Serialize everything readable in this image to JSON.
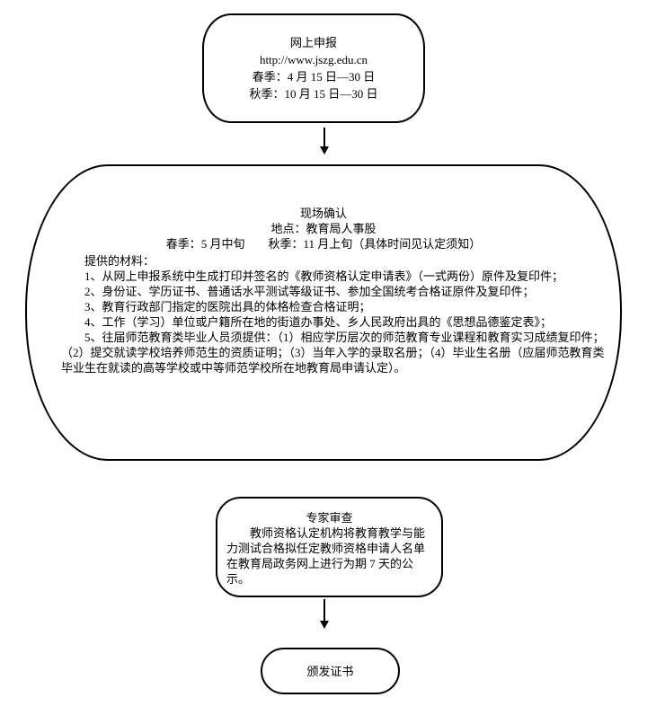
{
  "page": {
    "background_color": "#ffffff",
    "line_color": "#000000",
    "text_color": "#000000"
  },
  "nodes": {
    "online": {
      "title": "网上申报",
      "url": "http://www.jszg.edu.cn",
      "spring": "春季：4 月 15 日—30 日",
      "autumn": "秋季：10 月 15 日—30 日"
    },
    "onsite": {
      "title": "现场确认",
      "location": "地点：教育局人事股",
      "schedule": "春季：5 月中旬　　秋季：11 月上旬（具体时间见认定须知）",
      "materials_header": "提供的材料：",
      "items": [
        "1、从网上申报系统中生成打印并签名的《教师资格认定申请表》（一式两份）原件及复印件；",
        "2、身份证、学历证书、普通话水平测试等级证书、参加全国统考合格证原件及复印件；",
        "3、教育行政部门指定的医院出具的体格检查合格证明；",
        "4、工作（学习）单位或户籍所在地的街道办事处、乡人民政府出具的《思想品德鉴定表》；",
        "5、往届师范教育类毕业人员须提供：（1）相应学历层次的师范教育专业课程和教育实习成绩复印件；（2）提交就读学校培养师范生的资质证明；（3）当年入学的录取名册；（4）毕业生名册（应届师范教育类毕业生在就读的高等学校或中等师范学校所在地教育局申请认定）。"
      ]
    },
    "expert": {
      "title": "专家审查",
      "body": "教师资格认定机构将教育教学与能力测试合格拟任定教师资格申请人名单在教育局政务网上进行为期 7 天的公示。"
    },
    "issue": {
      "title": "颁发证书"
    }
  }
}
